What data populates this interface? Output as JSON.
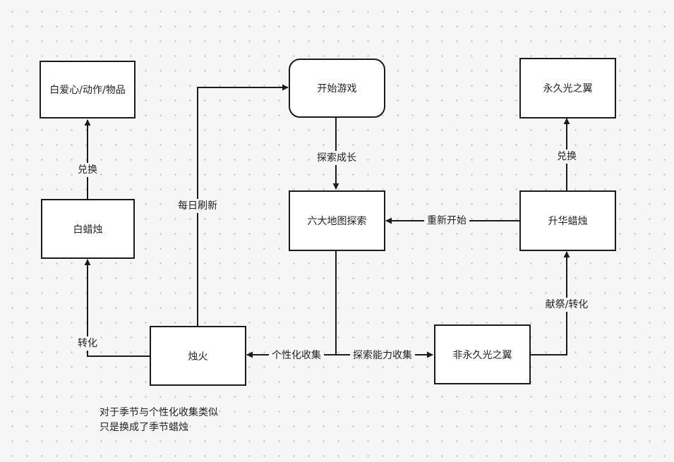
{
  "nodes": {
    "start_game": "开始游戏",
    "six_maps": "六大地图探索",
    "sublimated_candle": "升华蜡烛",
    "permanent_wings": "永久光之翼",
    "nonpermanent_wings": "非永久光之翼",
    "candle_fire": "烛火",
    "white_candle": "白蜡烛",
    "white_heart_items": "白爱心/动作/物品"
  },
  "edge_labels": {
    "explore_grow": "探索成长",
    "restart": "重新开始",
    "redeem_right": "兑换",
    "offer_convert": "献祭/转化",
    "explore_collect": "探索能力收集",
    "personal_collect": "个性化收集",
    "daily_refresh": "每日刷新",
    "convert_left": "转化",
    "redeem_left": "兑换"
  },
  "note": {
    "line1": "对于季节与个性化收集类似",
    "line2": "只是换成了季节蜡烛"
  }
}
